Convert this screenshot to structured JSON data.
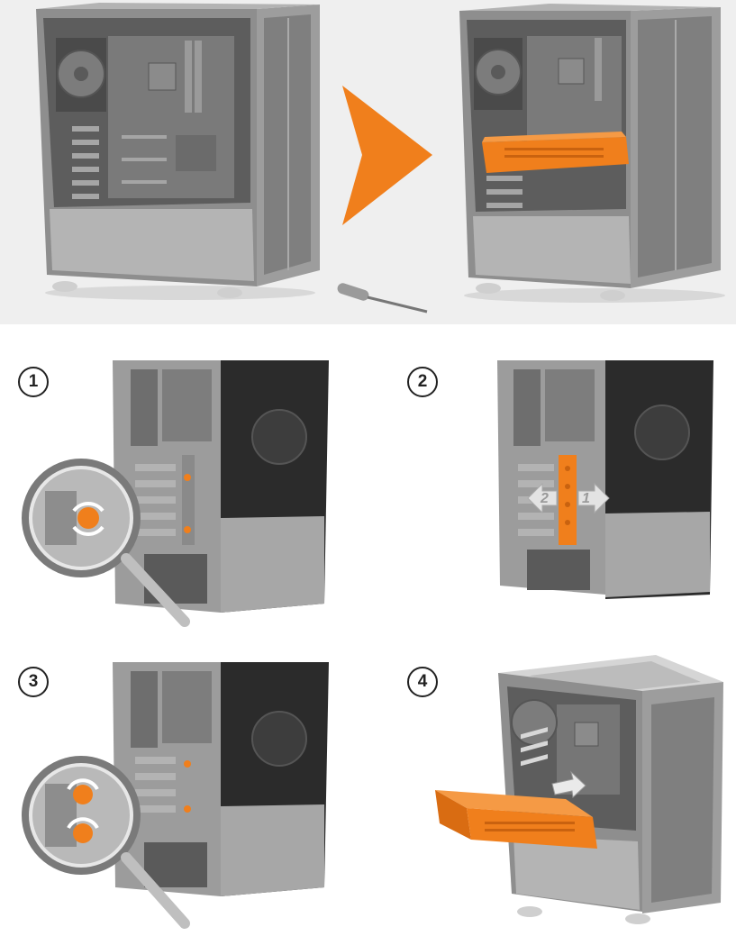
{
  "colors": {
    "accent": "#f07f1c",
    "case_body": "#9b9b9b",
    "case_dark": "#6e6e6e",
    "case_light": "#cfcfcf",
    "interior": "#3a3a3a",
    "header_band": "#efefef"
  },
  "steps": [
    {
      "number": "1"
    },
    {
      "number": "2",
      "arrow_labels": [
        "1",
        "2"
      ]
    },
    {
      "number": "3"
    },
    {
      "number": "4"
    }
  ],
  "icons": [
    "next-arrow-icon",
    "screwdriver-icon",
    "magnifier-icon",
    "rotate-icon",
    "direction-arrow-icon"
  ]
}
